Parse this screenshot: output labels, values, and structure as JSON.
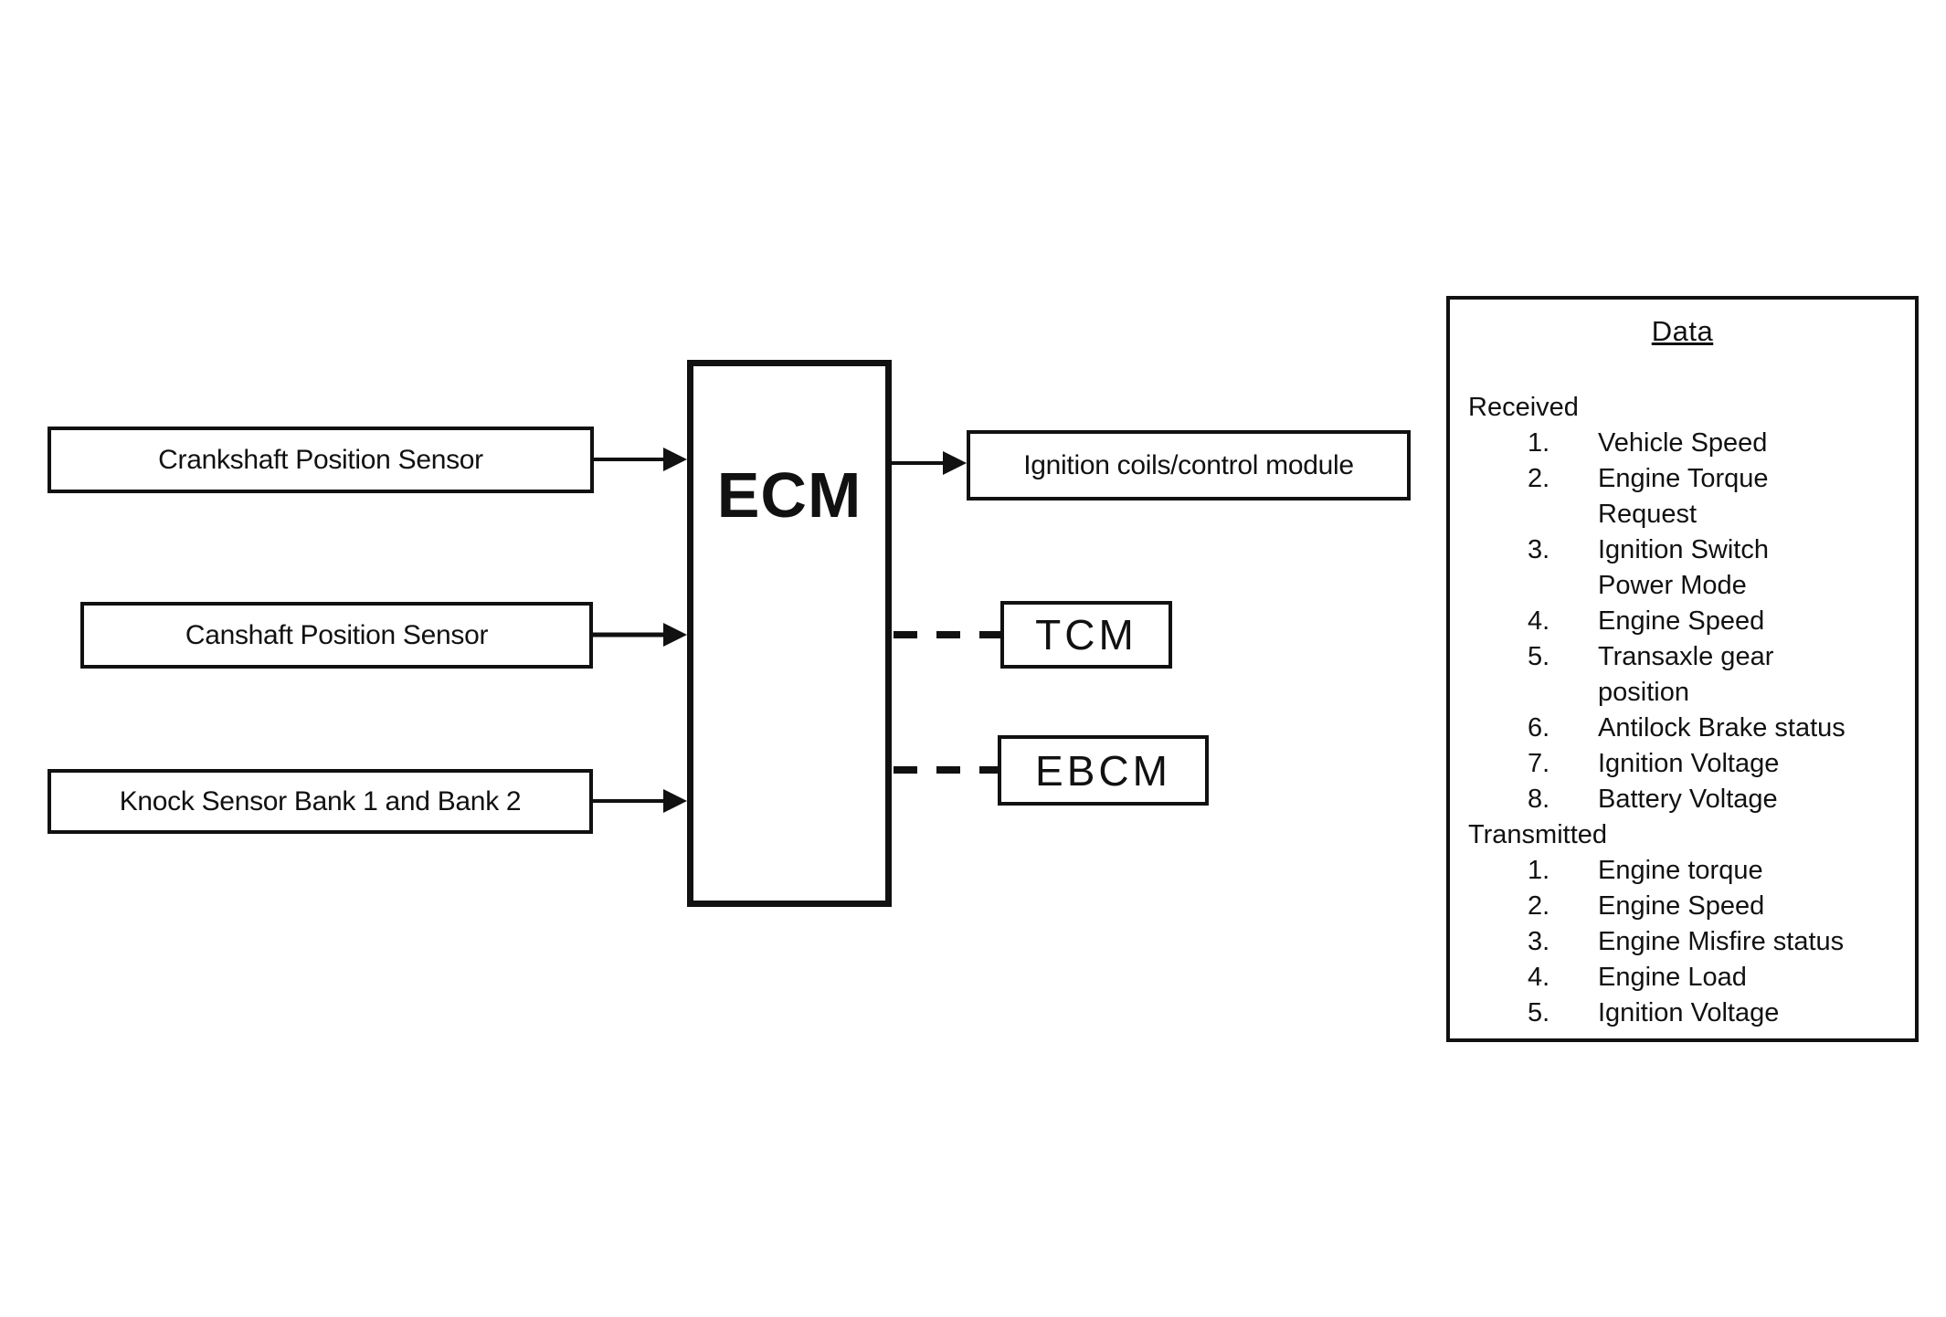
{
  "diagram": {
    "ecm": {
      "label": "ECM"
    },
    "inputs": [
      {
        "label": "Crankshaft Position Sensor"
      },
      {
        "label": "Canshaft Position Sensor"
      },
      {
        "label": "Knock Sensor Bank 1 and Bank 2"
      }
    ],
    "outputs": [
      {
        "label": "Ignition coils/control module",
        "link_style": "solid-arrow"
      },
      {
        "label": "TCM",
        "link_style": "dashed"
      },
      {
        "label": "EBCM",
        "link_style": "dashed"
      }
    ],
    "data_panel": {
      "title": "Data",
      "received_heading": "Received",
      "received": [
        {
          "num": "1.",
          "text": "Vehicle Speed"
        },
        {
          "num": "2.",
          "text": "Engine Torque\nRequest"
        },
        {
          "num": "3.",
          "text": "Ignition Switch\nPower Mode"
        },
        {
          "num": "4.",
          "text": "Engine Speed"
        },
        {
          "num": "5.",
          "text": "Transaxle gear\nposition"
        },
        {
          "num": "6.",
          "text": "Antilock Brake status"
        },
        {
          "num": "7.",
          "text": "Ignition Voltage"
        },
        {
          "num": "8.",
          "text": "Battery Voltage"
        }
      ],
      "transmitted_heading": "Transmitted",
      "transmitted": [
        {
          "num": "1.",
          "text": "Engine torque"
        },
        {
          "num": "2.",
          "text": "Engine Speed"
        },
        {
          "num": "3.",
          "text": "Engine Misfire status"
        },
        {
          "num": "4.",
          "text": "Engine Load"
        },
        {
          "num": "5.",
          "text": "Ignition Voltage"
        }
      ]
    },
    "colors": {
      "ink": "#111111",
      "background": "#ffffff"
    }
  }
}
